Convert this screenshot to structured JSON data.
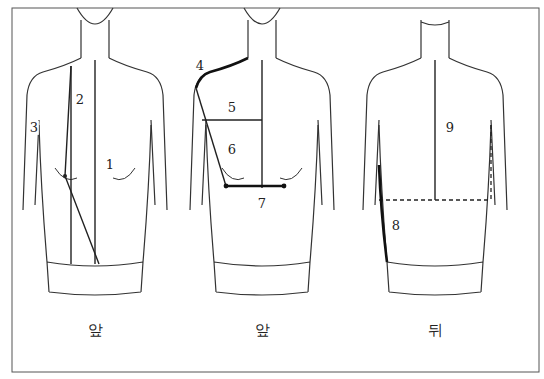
{
  "diagram": {
    "labels": [
      "3",
      "2",
      "1",
      "앞",
      "4",
      "5",
      "6",
      "7",
      "앞",
      "9",
      "8",
      "뒤"
    ]
  }
}
